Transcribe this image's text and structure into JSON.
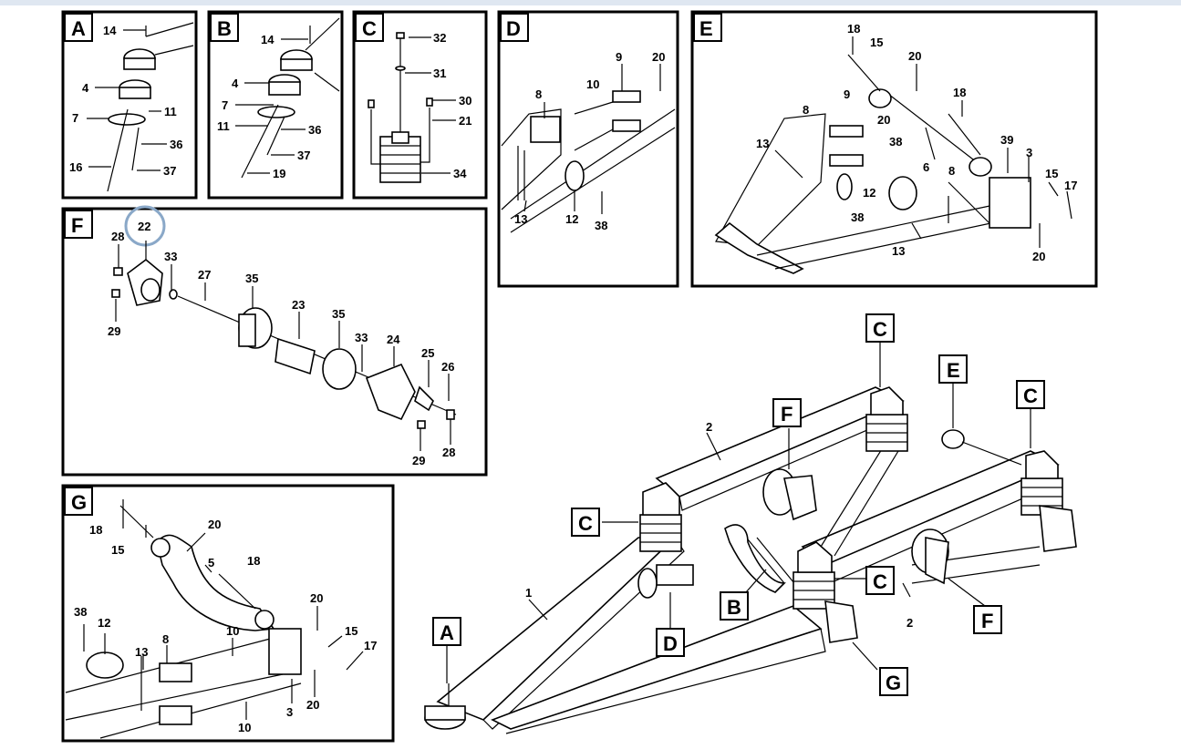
{
  "panels": [
    {
      "id": "A",
      "labels": [
        "14",
        "4",
        "11",
        "7",
        "36",
        "16",
        "37"
      ]
    },
    {
      "id": "B",
      "labels": [
        "14",
        "4",
        "7",
        "36",
        "11",
        "37",
        "19"
      ]
    },
    {
      "id": "C",
      "labels": [
        "32",
        "31",
        "30",
        "21",
        "34"
      ]
    },
    {
      "id": "D",
      "labels": [
        "9",
        "20",
        "10",
        "8",
        "13",
        "12",
        "38"
      ]
    },
    {
      "id": "E",
      "labels": [
        "18",
        "15",
        "20",
        "9",
        "18",
        "8",
        "20",
        "13",
        "38",
        "6",
        "39",
        "3",
        "15",
        "17",
        "12",
        "8",
        "38",
        "13",
        "20"
      ]
    },
    {
      "id": "F",
      "labels": [
        "22",
        "28",
        "33",
        "27",
        "35",
        "23",
        "35",
        "33",
        "24",
        "25",
        "26",
        "29",
        "29",
        "28"
      ]
    },
    {
      "id": "G",
      "labels": [
        "18",
        "20",
        "15",
        "5",
        "18",
        "38",
        "12",
        "20",
        "8",
        "13",
        "10",
        "15",
        "17",
        "10",
        "3",
        "20"
      ]
    }
  ],
  "overview_callouts": [
    "C",
    "E",
    "C",
    "F",
    "C",
    "B",
    "C",
    "F",
    "D",
    "A",
    "G"
  ],
  "overview_numbers": [
    "2",
    "1",
    "2"
  ],
  "highlight_label": "22"
}
